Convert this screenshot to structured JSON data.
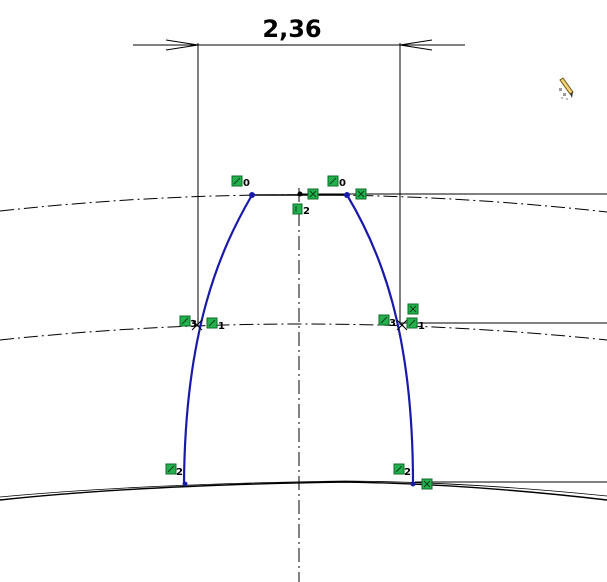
{
  "dimension": {
    "value": "2,36"
  },
  "icons": {
    "cursor": "pencil-sketch-cursor-icon"
  },
  "relations": {
    "r0": "0",
    "r2": "2",
    "r1": "1",
    "r3": "3"
  },
  "colors": {
    "tooth_curve": "#1a1aaa",
    "relation_tag": "#22b14c",
    "construction": "#000000",
    "background": "#ffffff"
  }
}
